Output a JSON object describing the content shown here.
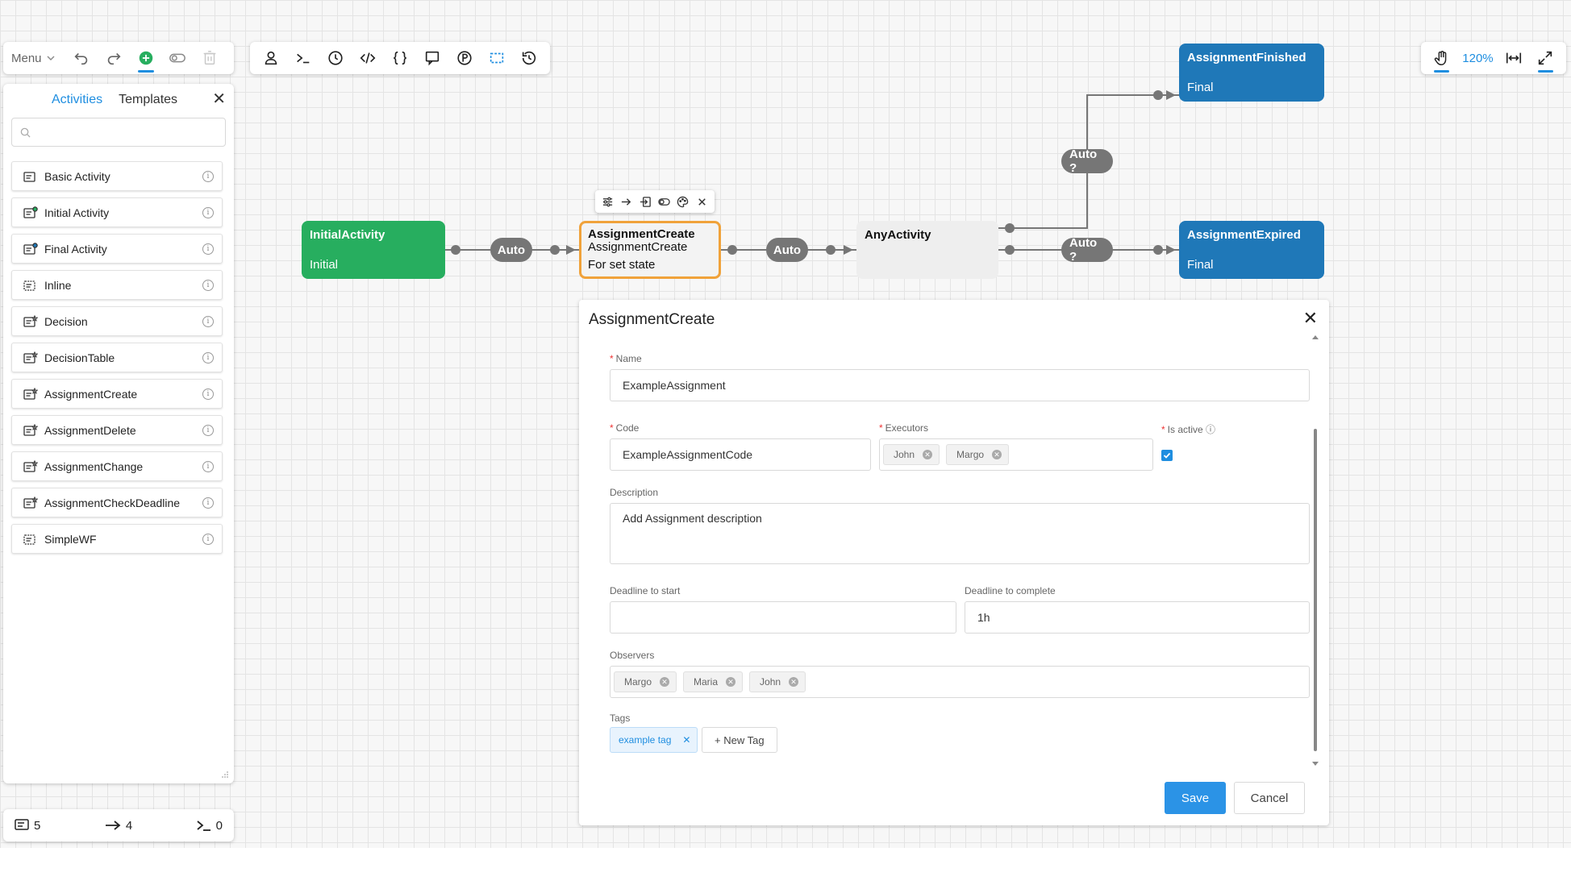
{
  "toolbar": {
    "menu_label": "Menu",
    "zoom": "120%"
  },
  "sidebar": {
    "tabs": [
      {
        "label": "Activities",
        "active": true
      },
      {
        "label": "Templates",
        "active": false
      }
    ],
    "search_placeholder": "",
    "items": [
      {
        "label": "Basic Activity",
        "icon": "basic-activity-icon"
      },
      {
        "label": "Initial Activity",
        "icon": "initial-activity-icon"
      },
      {
        "label": "Final Activity",
        "icon": "final-activity-icon"
      },
      {
        "label": "Inline",
        "icon": "inline-icon"
      },
      {
        "label": "Decision",
        "icon": "decision-icon"
      },
      {
        "label": "DecisionTable",
        "icon": "decision-table-icon"
      },
      {
        "label": "AssignmentCreate",
        "icon": "assignment-create-icon"
      },
      {
        "label": "AssignmentDelete",
        "icon": "assignment-delete-icon"
      },
      {
        "label": "AssignmentChange",
        "icon": "assignment-change-icon"
      },
      {
        "label": "AssignmentCheckDeadline",
        "icon": "assignment-check-deadline-icon"
      },
      {
        "label": "SimpleWF",
        "icon": "simple-wf-icon"
      }
    ]
  },
  "stats": {
    "activities": "5",
    "transitions": "4",
    "commands": "0"
  },
  "flow": {
    "nodes": {
      "initial": {
        "title": "InitialActivity",
        "subtitle": "Initial"
      },
      "create": {
        "title": "AssignmentCreate",
        "line2": "AssignmentCreate",
        "subtitle": "For set state"
      },
      "any": {
        "title": "AnyActivity"
      },
      "finished": {
        "title": "AssignmentFinished",
        "subtitle": "Final"
      },
      "expired": {
        "title": "AssignmentExpired",
        "subtitle": "Final"
      }
    },
    "transitions": {
      "t1": "Auto",
      "t2": "Auto",
      "t3": "Auto ?",
      "t4": "Auto ?"
    }
  },
  "dialog": {
    "title": "AssignmentCreate",
    "name_label": "Name",
    "name_value": "ExampleAssignment",
    "code_label": "Code",
    "code_value": "ExampleAssignmentCode",
    "executors_label": "Executors",
    "executors": [
      "John",
      "Margo"
    ],
    "is_active_label": "Is active",
    "is_active_checked": true,
    "description_label": "Description",
    "description_value": "Add Assignment description",
    "deadline_start_label": "Deadline to start",
    "deadline_start_value": "",
    "deadline_complete_label": "Deadline to complete",
    "deadline_complete_value": "1h",
    "observers_label": "Observers",
    "observers": [
      "Margo",
      "Maria",
      "John"
    ],
    "tags_label": "Tags",
    "tags": [
      "example tag"
    ],
    "new_tag_label": "+ New Tag",
    "save_label": "Save",
    "cancel_label": "Cancel"
  },
  "colors": {
    "accent": "#1f8ee0",
    "initial_node": "#27ae5f",
    "final_node": "#1f78b8",
    "selected_border": "#f0a23a",
    "transition_pill": "#767676"
  }
}
